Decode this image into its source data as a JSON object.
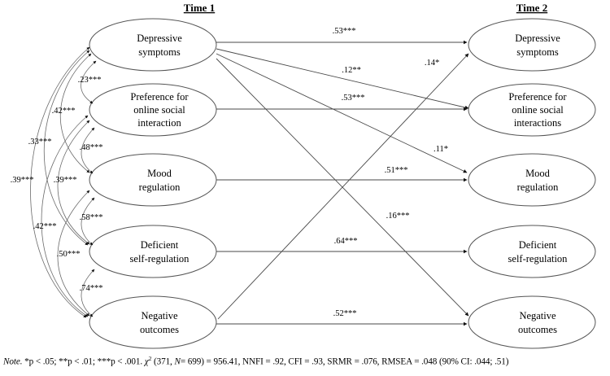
{
  "figure": {
    "type": "cross-lagged-panel-sem-diagram",
    "headers": {
      "left": "Time 1",
      "right": "Time 2"
    },
    "note": {
      "prefix": "Note.",
      "significance": "*p < .05; **p < .01; ***p < .001.",
      "chi_symbol": "χ",
      "chi_exponent": "2",
      "chi_detail": "(371,",
      "n_symbol": "N",
      "n_value": "= 699) = 956.41,",
      "fit": "NNFI = .92, CFI = .93, SRMR = .076, RMSEA = .048 (90% CI: .044; .51)"
    }
  },
  "nodes_time1": [
    {
      "id": "t1-depressive",
      "line1": "Depressive",
      "line2": "symptoms",
      "line3": ""
    },
    {
      "id": "t1-preference",
      "line1": "Preference for",
      "line2": "online social",
      "line3": "interaction"
    },
    {
      "id": "t1-mood",
      "line1": "Mood",
      "line2": "regulation",
      "line3": ""
    },
    {
      "id": "t1-deficient",
      "line1": "Deficient",
      "line2": "self-regulation",
      "line3": ""
    },
    {
      "id": "t1-negative",
      "line1": "Negative",
      "line2": "outcomes",
      "line3": ""
    }
  ],
  "nodes_time2": [
    {
      "id": "t2-depressive",
      "line1": "Depressive",
      "line2": "symptoms",
      "line3": ""
    },
    {
      "id": "t2-preference",
      "line1": "Preference for",
      "line2": "online social",
      "line3": "interactions"
    },
    {
      "id": "t2-mood",
      "line1": "Mood",
      "line2": "regulation",
      "line3": ""
    },
    {
      "id": "t2-deficient",
      "line1": "Deficient",
      "line2": "self-regulation",
      "line3": ""
    },
    {
      "id": "t2-negative",
      "line1": "Negative",
      "line2": "outcomes",
      "line3": ""
    }
  ],
  "correlations": [
    {
      "id": "corr-dep-pref",
      "label": ".23***"
    },
    {
      "id": "corr-dep-mood",
      "label": ".42***"
    },
    {
      "id": "corr-dep-def",
      "label": ".33***"
    },
    {
      "id": "corr-dep-neg",
      "label": ".39***"
    },
    {
      "id": "corr-pref-mood",
      "label": ".48***"
    },
    {
      "id": "corr-pref-def",
      "label": ".39***"
    },
    {
      "id": "corr-pref-neg",
      "label": ".42***"
    },
    {
      "id": "corr-mood-def",
      "label": ".58***"
    },
    {
      "id": "corr-mood-neg",
      "label": ".50***"
    },
    {
      "id": "corr-def-neg",
      "label": ".74***"
    }
  ],
  "paths": [
    {
      "id": "path-dep-dep",
      "label": ".53***",
      "from": "t1-depressive",
      "to": "t2-depressive"
    },
    {
      "id": "path-dep-pref",
      "label": ".12**",
      "from": "t1-depressive",
      "to": "t2-preference"
    },
    {
      "id": "path-pref-pref",
      "label": ".53***",
      "from": "t1-preference",
      "to": "t2-preference"
    },
    {
      "id": "path-neg-dep",
      "label": ".14*",
      "from": "t1-negative",
      "to": "t2-depressive"
    },
    {
      "id": "path-dep-mood",
      "label": ".11*",
      "from": "t1-depressive",
      "to": "t2-mood"
    },
    {
      "id": "path-mood-mood",
      "label": ".51***",
      "from": "t1-mood",
      "to": "t2-mood"
    },
    {
      "id": "path-dep-neg",
      "label": ".16***",
      "from": "t1-depressive",
      "to": "t2-negative"
    },
    {
      "id": "path-def-def",
      "label": ".64***",
      "from": "t1-deficient",
      "to": "t2-deficient"
    },
    {
      "id": "path-neg-neg",
      "label": ".52***",
      "from": "t1-negative",
      "to": "t2-negative"
    }
  ],
  "colors": {
    "stroke": "#555555",
    "text": "#000000",
    "background": "#ffffff"
  }
}
